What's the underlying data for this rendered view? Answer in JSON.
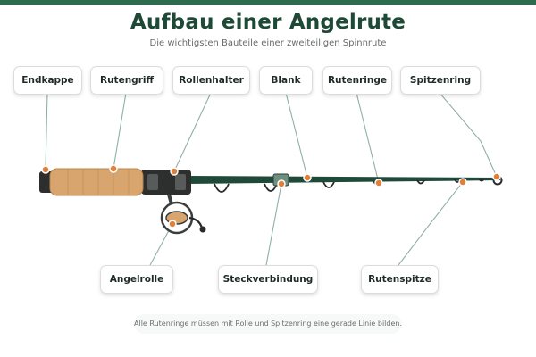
{
  "header": {
    "title": "Aufbau einer Angelrute",
    "subtitle": "Die wichtigsten Bauteile einer zweiteiligen Spinnrute"
  },
  "labels": {
    "endkappe": "Endkappe",
    "rutengriff": "Rutengriff",
    "rollenhalter": "Rollenhalter",
    "blank": "Blank",
    "rutenringe": "Rutenringe",
    "spitzenring": "Spitzenring",
    "angelrolle": "Angelrolle",
    "steckverbindung": "Steckverbindung",
    "rutenspitze": "Rutenspitze"
  },
  "footnote": "Alle Rutenringe müssen mit Rolle und Spitzenring eine gerade Linie bilden.",
  "colors": {
    "accent": "#2f6b4f",
    "title": "#1d4a36",
    "blank": "#1f4a3a",
    "grip": "#d8a56e",
    "marker": "#e07f3a",
    "leader": "#8fb0a4"
  }
}
